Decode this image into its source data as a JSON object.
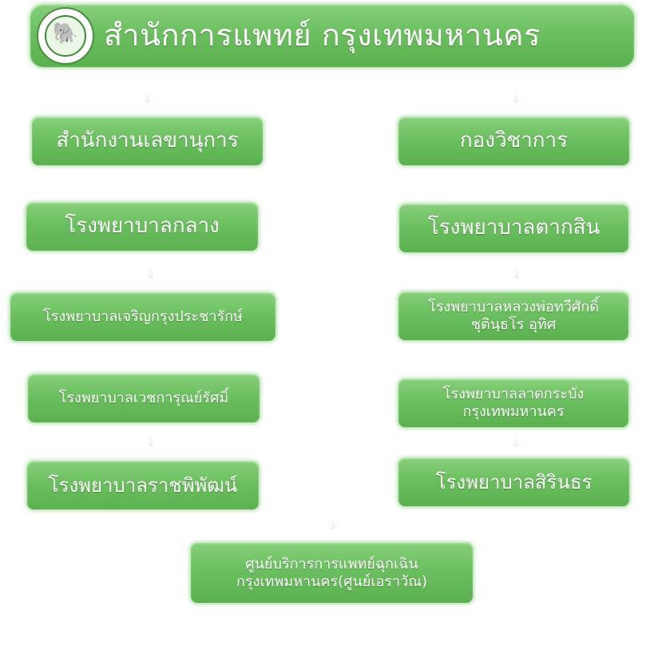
{
  "header": {
    "title": "สำนักการแพทย์ กรุงเทพมหานคร",
    "logo_icon": "bangkok-seal-icon"
  },
  "left_column": [
    {
      "label": "สำนักงานเลขานุการ"
    },
    {
      "label": "โรงพยาบาลกลาง"
    },
    {
      "label": "โรงพยาบาลเจริญกรุงประชารักษ์"
    },
    {
      "label": "โรงพยาบาลเวชการุณย์รัศมิ์"
    },
    {
      "label": "โรงพยาบาลราชพิพัฒน์"
    }
  ],
  "right_column": [
    {
      "label": "กองวิชาการ"
    },
    {
      "label": "โรงพยาบาลตากสิน"
    },
    {
      "line1": "โรงพยาบาลหลวงพ่อทวีศักดิ์",
      "line2": "ชุตินฺธโร อุทิศ"
    },
    {
      "line1": "โรงพยาบาลลาดกระบัง",
      "line2": "กรุงเทพมหานคร"
    },
    {
      "label": "โรงพยาบาลสิรินธร"
    }
  ],
  "bottom": {
    "line1": "ศูนย์บริการการแพทย์ฉุกเฉิน",
    "line2": "กรุงเทพมหานคร(ศูนย์เอราวัณ)"
  },
  "colors": {
    "box": "#6cbf60",
    "text": "#ffffff"
  }
}
